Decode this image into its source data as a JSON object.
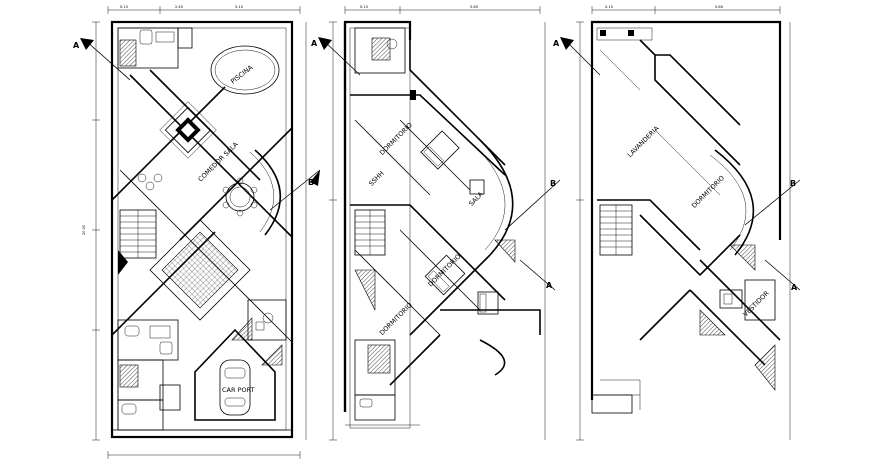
{
  "plans": [
    {
      "rooms": {
        "piscina": "PISCINA",
        "comedor_sala": "COMEDOR SALA",
        "car_port": "CAR PORT"
      },
      "section_marks": {
        "right": "B",
        "left": "A"
      }
    },
    {
      "rooms": {
        "dormitorio_top": "DORMITORIO",
        "dormitorio_mid": "DORMITORIO",
        "dormitorio_bottom": "DORMITORIO",
        "sala": "SALA",
        "sshh": "SSHH"
      },
      "section_marks": {
        "right": "B",
        "left": "A"
      }
    },
    {
      "rooms": {
        "lavanderia": "LAVANDERIA",
        "dormitorio": "DORMITORIO",
        "vestidor": "VESTIDOR"
      },
      "section_marks": {
        "right": "B",
        "left": "A"
      }
    }
  ]
}
